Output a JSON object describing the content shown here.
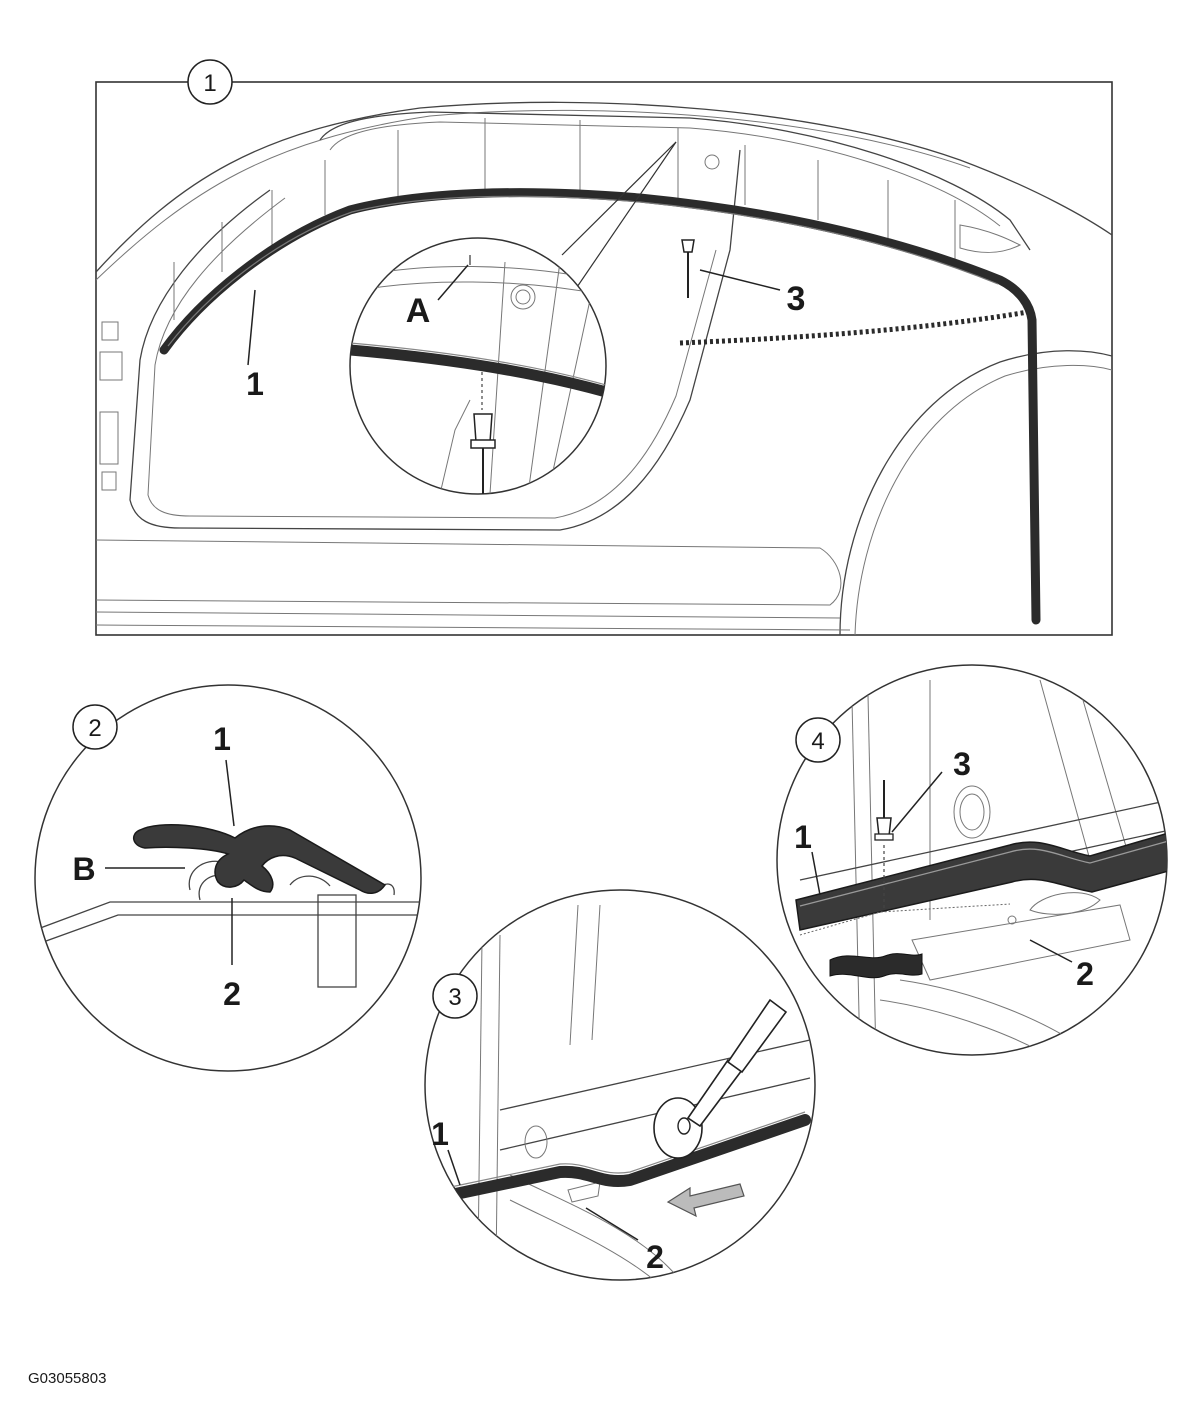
{
  "figure_id": "G03055803",
  "steps": {
    "s1": "1",
    "s2": "2",
    "s3": "3",
    "s4": "4"
  },
  "view1": {
    "seal": "1",
    "detail": "A",
    "rivet": "3"
  },
  "view2": {
    "seal": "1",
    "clip": "B",
    "flange": "2"
  },
  "view3": {
    "seal": "1",
    "flange": "2"
  },
  "view4": {
    "seal": "1",
    "flange": "2",
    "rivet": "3"
  }
}
